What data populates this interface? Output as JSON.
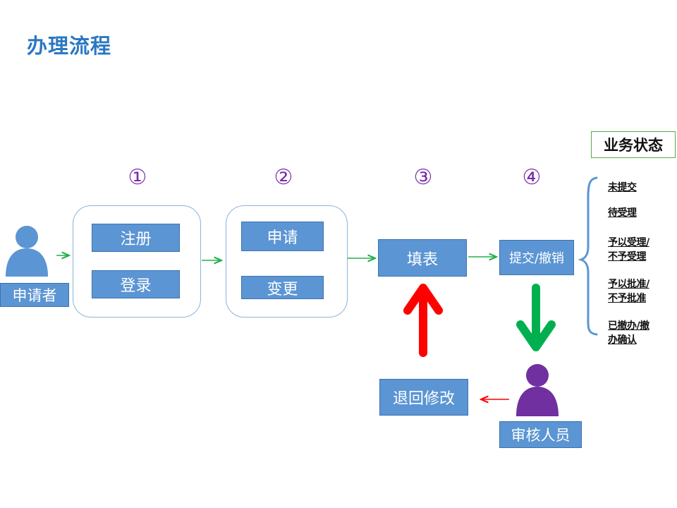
{
  "title": "办理流程",
  "actors": {
    "applicant": "申请者",
    "reviewer": "审核人员"
  },
  "steps": {
    "s1": "①",
    "s2": "②",
    "s3": "③",
    "s4": "④"
  },
  "boxes": {
    "register": "注册",
    "login": "登录",
    "apply": "申请",
    "change": "变更",
    "fill": "填表",
    "submit": "提交/撤销",
    "return_modify": "退回修改"
  },
  "status": {
    "title": "业务状态",
    "items": [
      "未提交",
      "待受理",
      "予以受理/",
      "不予受理",
      "予以批准/",
      "不予批准",
      "已撤办/撤",
      "办确认"
    ]
  },
  "colors": {
    "box": "#5b95d3",
    "title": "#2a78c2",
    "person_applicant": "#5b95d3",
    "person_reviewer": "#7030a0",
    "arrow_up": "#ff0000",
    "arrow_down": "#00b050",
    "connector": "#22b04a"
  }
}
